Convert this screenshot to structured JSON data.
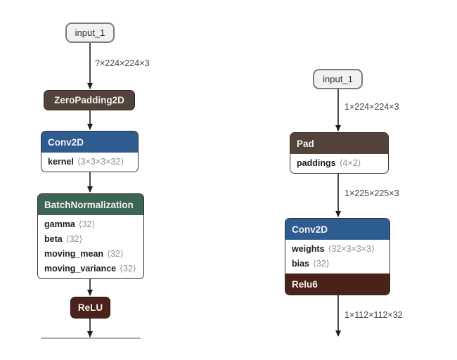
{
  "colors": {
    "padding_brown": "#54433a",
    "conv_blue": "#2f5c90",
    "batchnorm_green": "#3c6553",
    "relu_maroon": "#4b221a",
    "io_fill": "#f1f1f1",
    "io_border": "#7d7d7d",
    "edge_black": "#1d1d1d",
    "value_gray": "#8f8f8f",
    "cutoff_line_gray": "#ababab"
  },
  "left": {
    "input_label": "input_1",
    "edge1_label": "?×224×224×3",
    "zeropadding_label": "ZeroPadding2D",
    "conv_title": "Conv2D",
    "conv_params": [
      {
        "name": "kernel",
        "value": "⟨3×3×3×32⟩"
      }
    ],
    "bn_title": "BatchNormalization",
    "bn_params": [
      {
        "name": "gamma",
        "value": "⟨32⟩"
      },
      {
        "name": "beta",
        "value": "⟨32⟩"
      },
      {
        "name": "moving_mean",
        "value": "⟨32⟩"
      },
      {
        "name": "moving_variance",
        "value": "⟨32⟩"
      }
    ],
    "relu_label": "ReLU"
  },
  "right": {
    "input_label": "input_1",
    "edge1_label": "1×224×224×3",
    "pad_title": "Pad",
    "pad_params": [
      {
        "name": "paddings",
        "value": "⟨4×2⟩"
      }
    ],
    "edge2_label": "1×225×225×3",
    "conv_title": "Conv2D",
    "conv_params": [
      {
        "name": "weights",
        "value": "⟨32×3×3×3⟩"
      },
      {
        "name": "bias",
        "value": "⟨32⟩"
      }
    ],
    "relu6_label": "Relu6",
    "edge3_label": "1×112×112×32"
  }
}
